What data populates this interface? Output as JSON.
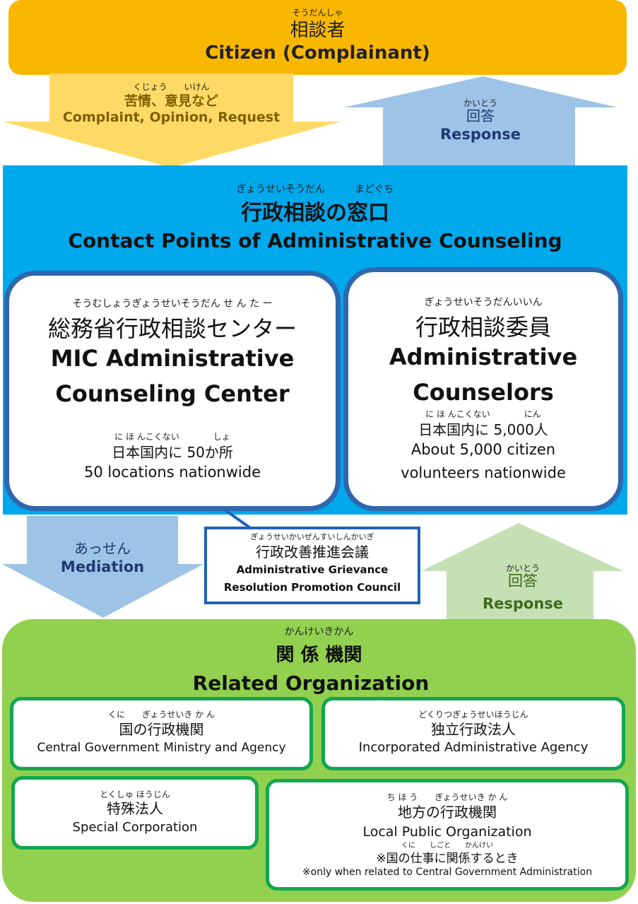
{
  "citizen": {
    "ruby": "そうだんしゃ",
    "jp": "相談者",
    "en": "Citizen (Complainant)"
  },
  "complaint_arrow": {
    "ruby": "くじょう　　いけん",
    "jp": "苦情、意見など",
    "en": "Complaint, Opinion, Request"
  },
  "response_arrow_top": {
    "ruby": "かいとう",
    "jp": "回答",
    "en": "Response"
  },
  "contact_points": {
    "ruby": "ぎょうせいそうだん　　　まどぐち",
    "jp": "行政相談の窓口",
    "en": "Contact Points of Administrative Counseling"
  },
  "mic_center": {
    "ruby": "そうむしょうぎょうせいそうだん せ ん た ー",
    "jp": "総務省行政相談センター",
    "en_line1": "MIC Administrative",
    "en_line2": "Counseling Center",
    "count_ruby": "に ほ んこくない　　　　しょ",
    "count_jp": "日本国内に 50か所",
    "count_en": "50 locations nationwide"
  },
  "counselors": {
    "ruby": "ぎょうせいそうだんいいん",
    "jp": "行政相談委員",
    "en_line1": "Administrative",
    "en_line2": "Counselors",
    "count_ruby": "に ほ んこくない　　　　にん",
    "count_jp": "日本国内に 5,000人",
    "count_en_line1": "About  5,000 citizen",
    "count_en_line2": "volunteers nationwide"
  },
  "mediation_arrow": {
    "jp": "あっせん",
    "en": "Mediation"
  },
  "council": {
    "ruby": "ぎょうせいかいぜんすいしんかいぎ",
    "jp": "行政改善推進会議",
    "en_line1": "Administrative Grievance",
    "en_line2": "Resolution Promotion Council"
  },
  "response_arrow_bottom": {
    "ruby": "かいとう",
    "jp": "回答",
    "en": "Response"
  },
  "related": {
    "ruby": "かんけいきかん",
    "jp": "関 係 機関",
    "en": "Related Organization"
  },
  "orgs": [
    {
      "ruby": "くに　　ぎょうせいき か ん",
      "jp": "国の行政機関",
      "en": "Central Government Ministry and Agency"
    },
    {
      "ruby": "どくりつぎょうせいほうじん",
      "jp": "独立行政法人",
      "en": "Incorporated Administrative Agency"
    },
    {
      "ruby": "とくしゅ ほうじん",
      "jp": "特殊法人",
      "en": "Special Corporation"
    },
    {
      "ruby": "ち ほ う　　ぎょうせいき か ん",
      "jp": "地方の行政機関",
      "en": "Local Public Organization",
      "note_ruby": "くに　　しごと　　かんけい",
      "note_jp": "※国の仕事に関係するとき",
      "note_en": "※only when related to Central Government Administration"
    }
  ],
  "colors": {
    "citizen": "#f9b700",
    "complaint_arrow": "#ffd966",
    "response_arrow": "#9dc3e6",
    "contact_band": "#00a8ec",
    "panel_border": "#2f67ae",
    "related": "#92d050",
    "org_border": "#12a74f",
    "response_arrow_green": "#c5e0b4"
  }
}
